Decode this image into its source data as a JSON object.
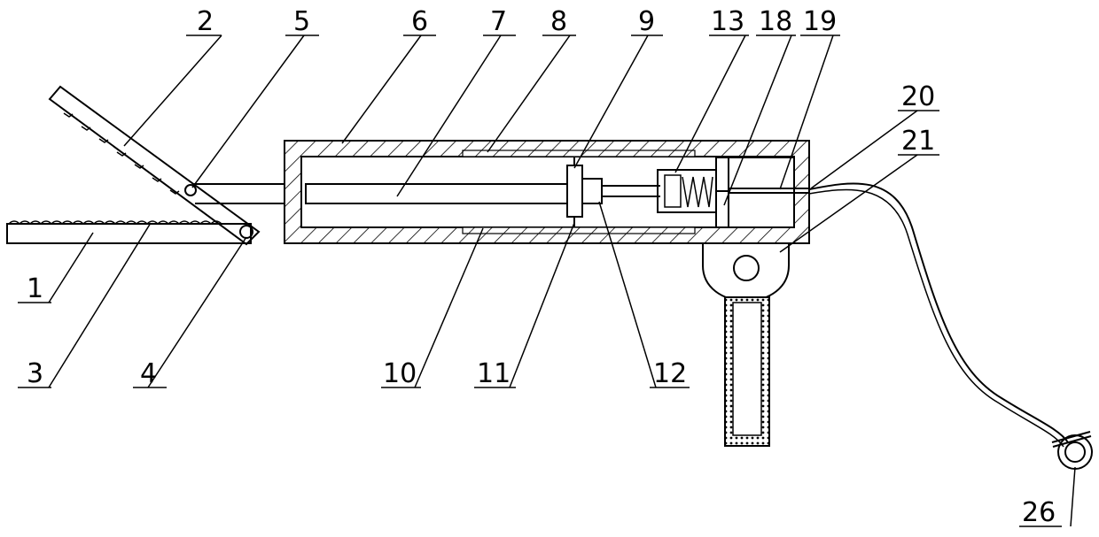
{
  "labels": {
    "l1": "1",
    "l2": "2",
    "l3": "3",
    "l4": "4",
    "l5": "5",
    "l6": "6",
    "l7": "7",
    "l8": "8",
    "l9": "9",
    "l10": "10",
    "l11": "11",
    "l12": "12",
    "l13": "13",
    "l18": "18",
    "l19": "19",
    "l20": "20",
    "l21": "21",
    "l26": "26"
  },
  "colors": {
    "line": "#000000",
    "background": "#ffffff"
  }
}
